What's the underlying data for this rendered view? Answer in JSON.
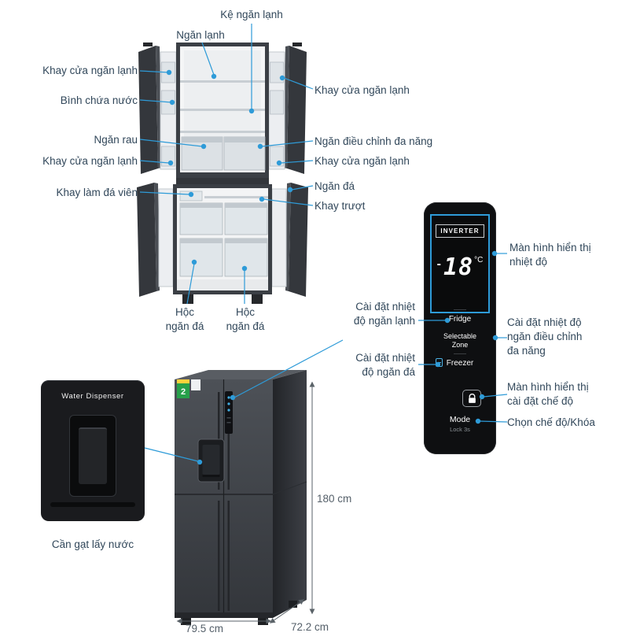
{
  "callouts": {
    "shelf": "Kệ ngăn lạnh",
    "fridge_compartment": "Ngăn lạnh",
    "door_tray_top_left": "Khay cửa ngăn lạnh",
    "water_tank": "Bình chứa nước",
    "door_tray_top_right": "Khay cửa ngăn lạnh",
    "veg_drawer": "Ngăn rau",
    "multi_zone_drawer": "Ngăn điều chỉnh đa năng",
    "door_tray_mid_left": "Khay cửa ngăn lạnh",
    "door_tray_mid_right": "Khay cửa ngăn lạnh",
    "ice_tray": "Khay làm đá viên",
    "freezer_compartment": "Ngăn đá",
    "slide_tray": "Khay trượt",
    "freezer_bin_left": "Hộc\nngăn đá",
    "freezer_bin_right": "Hộc\nngăn đá",
    "temp_display": "Màn hình hiển thị\nnhiệt độ",
    "fridge_temp_setting": "Cài đặt nhiệt\nđộ ngăn lạnh",
    "multi_zone_setting": "Cài đặt nhiệt độ\nngăn điều chỉnh\nđa năng",
    "freezer_temp_setting": "Cài đặt nhiệt\nđộ ngăn đá",
    "mode_display": "Màn hình hiển thị\ncài đặt chế độ",
    "mode_select": "Chọn chế độ/Khóa",
    "dispenser_lever": "Cần gạt lấy nước"
  },
  "control_panel": {
    "inverter_badge": "INVERTER",
    "temp_minus": "-",
    "temp_value": "18",
    "temp_unit": "°C",
    "fridge_button": "Fridge",
    "selectable_zone_button": "Selectable\nZone",
    "freezer_button": "Freezer",
    "mode_button": "Mode",
    "lock_hint": "Lock 3s"
  },
  "water_dispenser": {
    "title": "Water Dispenser"
  },
  "fridge": {
    "energy_rating": "2"
  },
  "dimensions": {
    "height": "180 cm",
    "width": "79.5 cm",
    "depth": "72.2 cm"
  },
  "colors": {
    "accent": "#2e9bd8",
    "label_text": "#31475a",
    "panel_bg": "#0e0f11"
  }
}
